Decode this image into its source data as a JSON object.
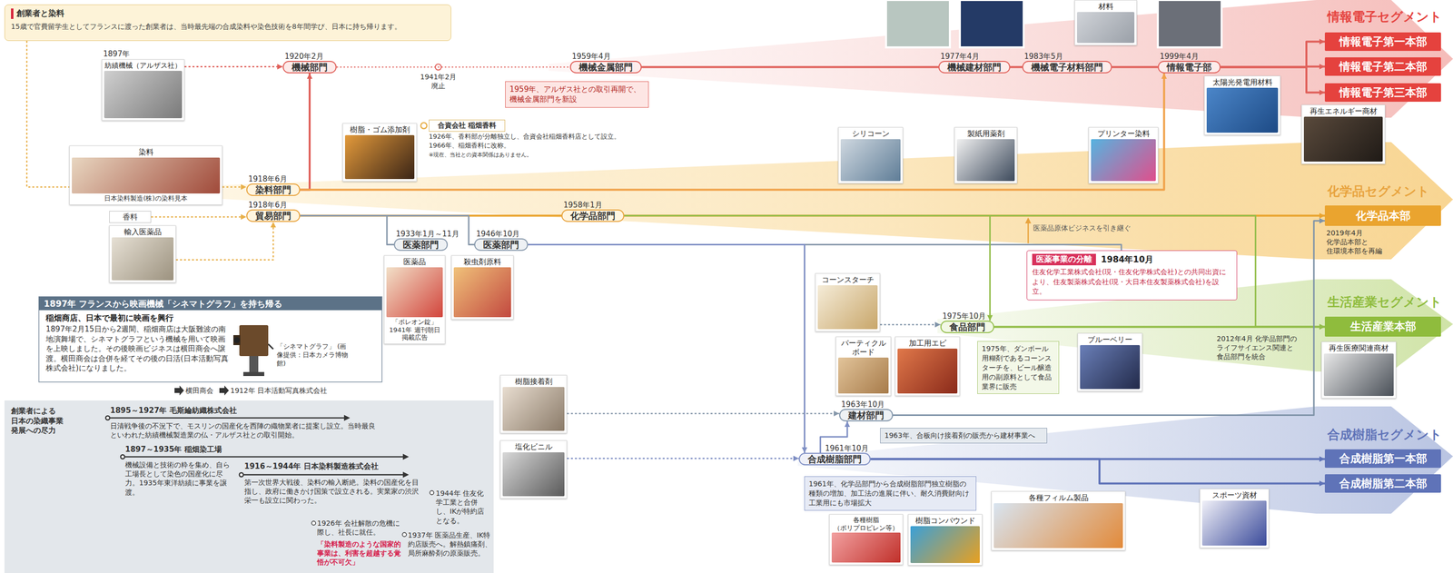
{
  "diagram": {
    "nodes": [
      {
        "text": [
          "創業者と染料",
          "15歳で官費留学生としてフランスに渡った創業者は、当時最先端の合成染料や染色技術を8年間学び、日本に持ち帰ります。"
        ]
      },
      {
        "text": [
          "材料"
        ]
      },
      {
        "text": [
          "情報電子第一本部"
        ]
      },
      {
        "text": [
          "情報電子第二本部"
        ]
      },
      {
        "text": [
          "情報電子第三本部"
        ]
      },
      {
        "text": [
          "1897年",
          "紡績機械（アルザス社）"
        ]
      },
      {
        "text": [
          "1920年2月",
          "機械部門"
        ]
      },
      {
        "text": [
          "1959年4月",
          "機械金属部門"
        ]
      },
      {
        "text": [
          "1959年、アルザス社との取引再開で、機械金属部門を新設"
        ]
      },
      {
        "text": [
          "1977年4月",
          "機械建材部門"
        ]
      },
      {
        "text": [
          "1983年5月",
          "機械電子材料部門"
        ]
      },
      {
        "text": [
          "1999年4月",
          "情報電子部"
        ]
      },
      {
        "text": [
          "太陽光発電用材料"
        ]
      },
      {
        "text": [
          "再生エネルギー商材"
        ]
      },
      {
        "text": [
          "染料",
          "日本染料製造(株)の染料見本"
        ]
      },
      {
        "text": [
          "香料"
        ]
      },
      {
        "text": [
          "輸入医薬品"
        ]
      },
      {
        "text": [
          "1918年6月",
          "染料部門"
        ]
      },
      {
        "text": [
          "1918年6月",
          "貿易部門"
        ]
      },
      {
        "text": [
          "樹脂・ゴム添加剤"
        ]
      },
      {
        "text": [
          "合資会社 稲畑香料"
        ]
      },
      {
        "text": [
          "シリコーン"
        ]
      },
      {
        "text": [
          "製紙用薬剤"
        ]
      },
      {
        "text": [
          "プリンター染料"
        ]
      },
      {
        "text": [
          "1958年1月",
          "化学品部門"
        ]
      },
      {
        "text": [
          "化学品本部"
        ]
      },
      {
        "text": [
          "1933年1月～11月",
          "医薬部門"
        ]
      },
      {
        "text": [
          "1946年10月",
          "医薬部門"
        ]
      },
      {
        "text": [
          "医薬品",
          "「ポレオン錠」 1941年 週刊朝日 掲載広告"
        ]
      },
      {
        "text": [
          "殺虫剤原料"
        ]
      },
      {
        "text": [
          "医薬事業の分離",
          "1984年10月",
          "住友化学工業株式会社(現・住友化学株式会社)との共同出資により、住友製薬株式会社(現・大日本住友製薬株式会社)を設立。"
        ]
      },
      {
        "text": [
          "生活産業本部"
        ]
      },
      {
        "text": [
          "コーンスターチ"
        ]
      },
      {
        "text": [
          "1975年10月",
          "食品部門"
        ]
      },
      {
        "text": [
          "パーティクル ボード"
        ]
      },
      {
        "text": [
          "加工用エビ"
        ]
      },
      {
        "text": [
          "1975年、ダンボール用糊剤であるコーンスターチを、ビール醸造用の副原料として食品業界に販売"
        ]
      },
      {
        "text": [
          "ブルーベリー"
        ]
      },
      {
        "text": [
          "再生医療関連商材"
        ]
      },
      {
        "text": [
          "1897年 フランスから映画機械「シネマトグラフ」を持ち帰る",
          "稲畑商店、日本で最初に映画を興行",
          "1897年2月15日から2週間、稲畑商店は大阪難波の南地演舞場で、シネマトグラフという機械を用いて映画を上映しました。その後映画ビジネスは横田商会へ譲渡。横田商会は合併を経てその後の日活(日本活動写真株式会社)になりました。",
          "「シネマトグラフ」 (画像提供：日本カメラ博物館)"
        ]
      },
      {
        "text": [
          "樹脂接着剤"
        ]
      },
      {
        "text": [
          "塩化ビニル"
        ]
      },
      {
        "text": [
          "1963年10月",
          "建材部門"
        ]
      },
      {
        "text": [
          "1963年、合板向け接着剤の販売から建材事業へ"
        ]
      },
      {
        "text": [
          "1961年10月",
          "合成樹脂部門"
        ]
      },
      {
        "text": [
          "1961年、化学品部門から合成樹脂部門独立樹脂の種類の増加、加工法の進展に伴い、耐久消費財向け工業用にも市場拡大"
        ]
      },
      {
        "text": [
          "各種樹脂 （ポリプロピレン等）"
        ]
      },
      {
        "text": [
          "樹脂コンパウンド"
        ]
      },
      {
        "text": [
          "各種フィルム製品"
        ]
      },
      {
        "text": [
          "スポーツ資材"
        ]
      },
      {
        "text": [
          "合成樹脂第一本部"
        ]
      },
      {
        "text": [
          "合成樹脂第二本部"
        ]
      },
      {
        "text": [
          "創業者による 日本の染織事業 発展への尽力"
        ]
      }
    ],
    "edges": [
      {
        "from": 0,
        "to": 14,
        "arrow": "none"
      },
      {
        "from": 5,
        "to": 6,
        "arrow": "to"
      },
      {
        "from": 6,
        "to": 7,
        "arrow": "none"
      },
      {
        "from": 7,
        "to": 9,
        "arrow": "none"
      },
      {
        "from": 9,
        "to": 10,
        "arrow": "none"
      },
      {
        "from": 10,
        "to": 11,
        "arrow": "none"
      },
      {
        "from": 11,
        "to": 2,
        "arrow": "to"
      },
      {
        "from": 11,
        "to": 3,
        "arrow": "to"
      },
      {
        "from": 11,
        "to": 4,
        "arrow": "to"
      },
      {
        "from": 14,
        "to": 17,
        "arrow": "to"
      },
      {
        "from": 17,
        "to": 6,
        "arrow": "to"
      },
      {
        "from": 17,
        "to": 11,
        "arrow": "to"
      },
      {
        "from": 15,
        "to": 18,
        "arrow": "to"
      },
      {
        "from": 16,
        "to": 18,
        "arrow": "to"
      },
      {
        "from": 18,
        "to": 24,
        "arrow": "none"
      },
      {
        "from": 24,
        "to": 25,
        "arrow": "to"
      },
      {
        "from": 18,
        "to": 26,
        "arrow": "none"
      },
      {
        "from": 18,
        "to": 27,
        "arrow": "none"
      },
      {
        "from": 27,
        "to": 30,
        "arrow": "none"
      },
      {
        "from": 27,
        "to": 44,
        "arrow": "to"
      },
      {
        "from": 24,
        "to": 33,
        "arrow": "to"
      },
      {
        "from": 24,
        "to": 31,
        "arrow": "to"
      },
      {
        "from": 32,
        "to": 33,
        "arrow": "to"
      },
      {
        "from": 33,
        "to": 31,
        "arrow": "to"
      },
      {
        "from": 40,
        "to": 42,
        "arrow": "to"
      },
      {
        "from": 44,
        "to": 42,
        "arrow": "to"
      },
      {
        "from": 42,
        "to": 25,
        "arrow": "to"
      },
      {
        "from": 41,
        "to": 44,
        "arrow": "to"
      },
      {
        "from": 44,
        "to": 50,
        "arrow": "to"
      },
      {
        "from": 44,
        "to": 51,
        "arrow": "to"
      }
    ],
    "labels": [
      "情報電子セグメント",
      "化学品セグメント",
      "生活産業セグメント",
      "合成樹脂セグメント",
      "1941年2月 廃止",
      "1926年、香料部が分離独立し、合資会社稲畑香料店として設立。",
      "1966年、稲畑香料に改称。",
      "※現在、当社との資本関係はありません。",
      "医薬品原体ビジネスを引き継ぐ",
      "2019年4月 化学品本部と 住環境本部を再編",
      "2012年4月 化学品部門の ライフサイエンス関連と 食品部門を統合",
      "横田商会",
      "1912年 日本活動写真株式会社",
      "1895～1927年 毛斯綸紡織株式会社",
      "日清戦争後の不況下で、モスリンの国産化を西陣の織物業者に提案し設立。当時最良といわれた紡績機械製造業の仏・アルザス社との取引開始。",
      "1897～1935年 稲畑染工場",
      "機械設備と技術の粋を集め、自ら工場長として染色の国産化に尽力。1935年東洋紡績に事業を譲渡。",
      "1916～1944年 日本染料製造株式会社",
      "第一次世界大戦後、染料の輸入断絶。染料の国産化を目指し、政府に働きかけ国策で設立される。実業家の渋沢栄一も設立に関わった。",
      "1944年 住友化学工業と合併し、IKが特約店となる。",
      "1926年 会社解散の危機に際し、社長に就任。",
      "「染料製造のような国家的事業は、利害を超越する覚悟が不可欠」",
      "1937年 医薬品生産、IK特約店販売へ。解熱鎮痛剤、局所麻酔剤の原薬販売。"
    ]
  }
}
